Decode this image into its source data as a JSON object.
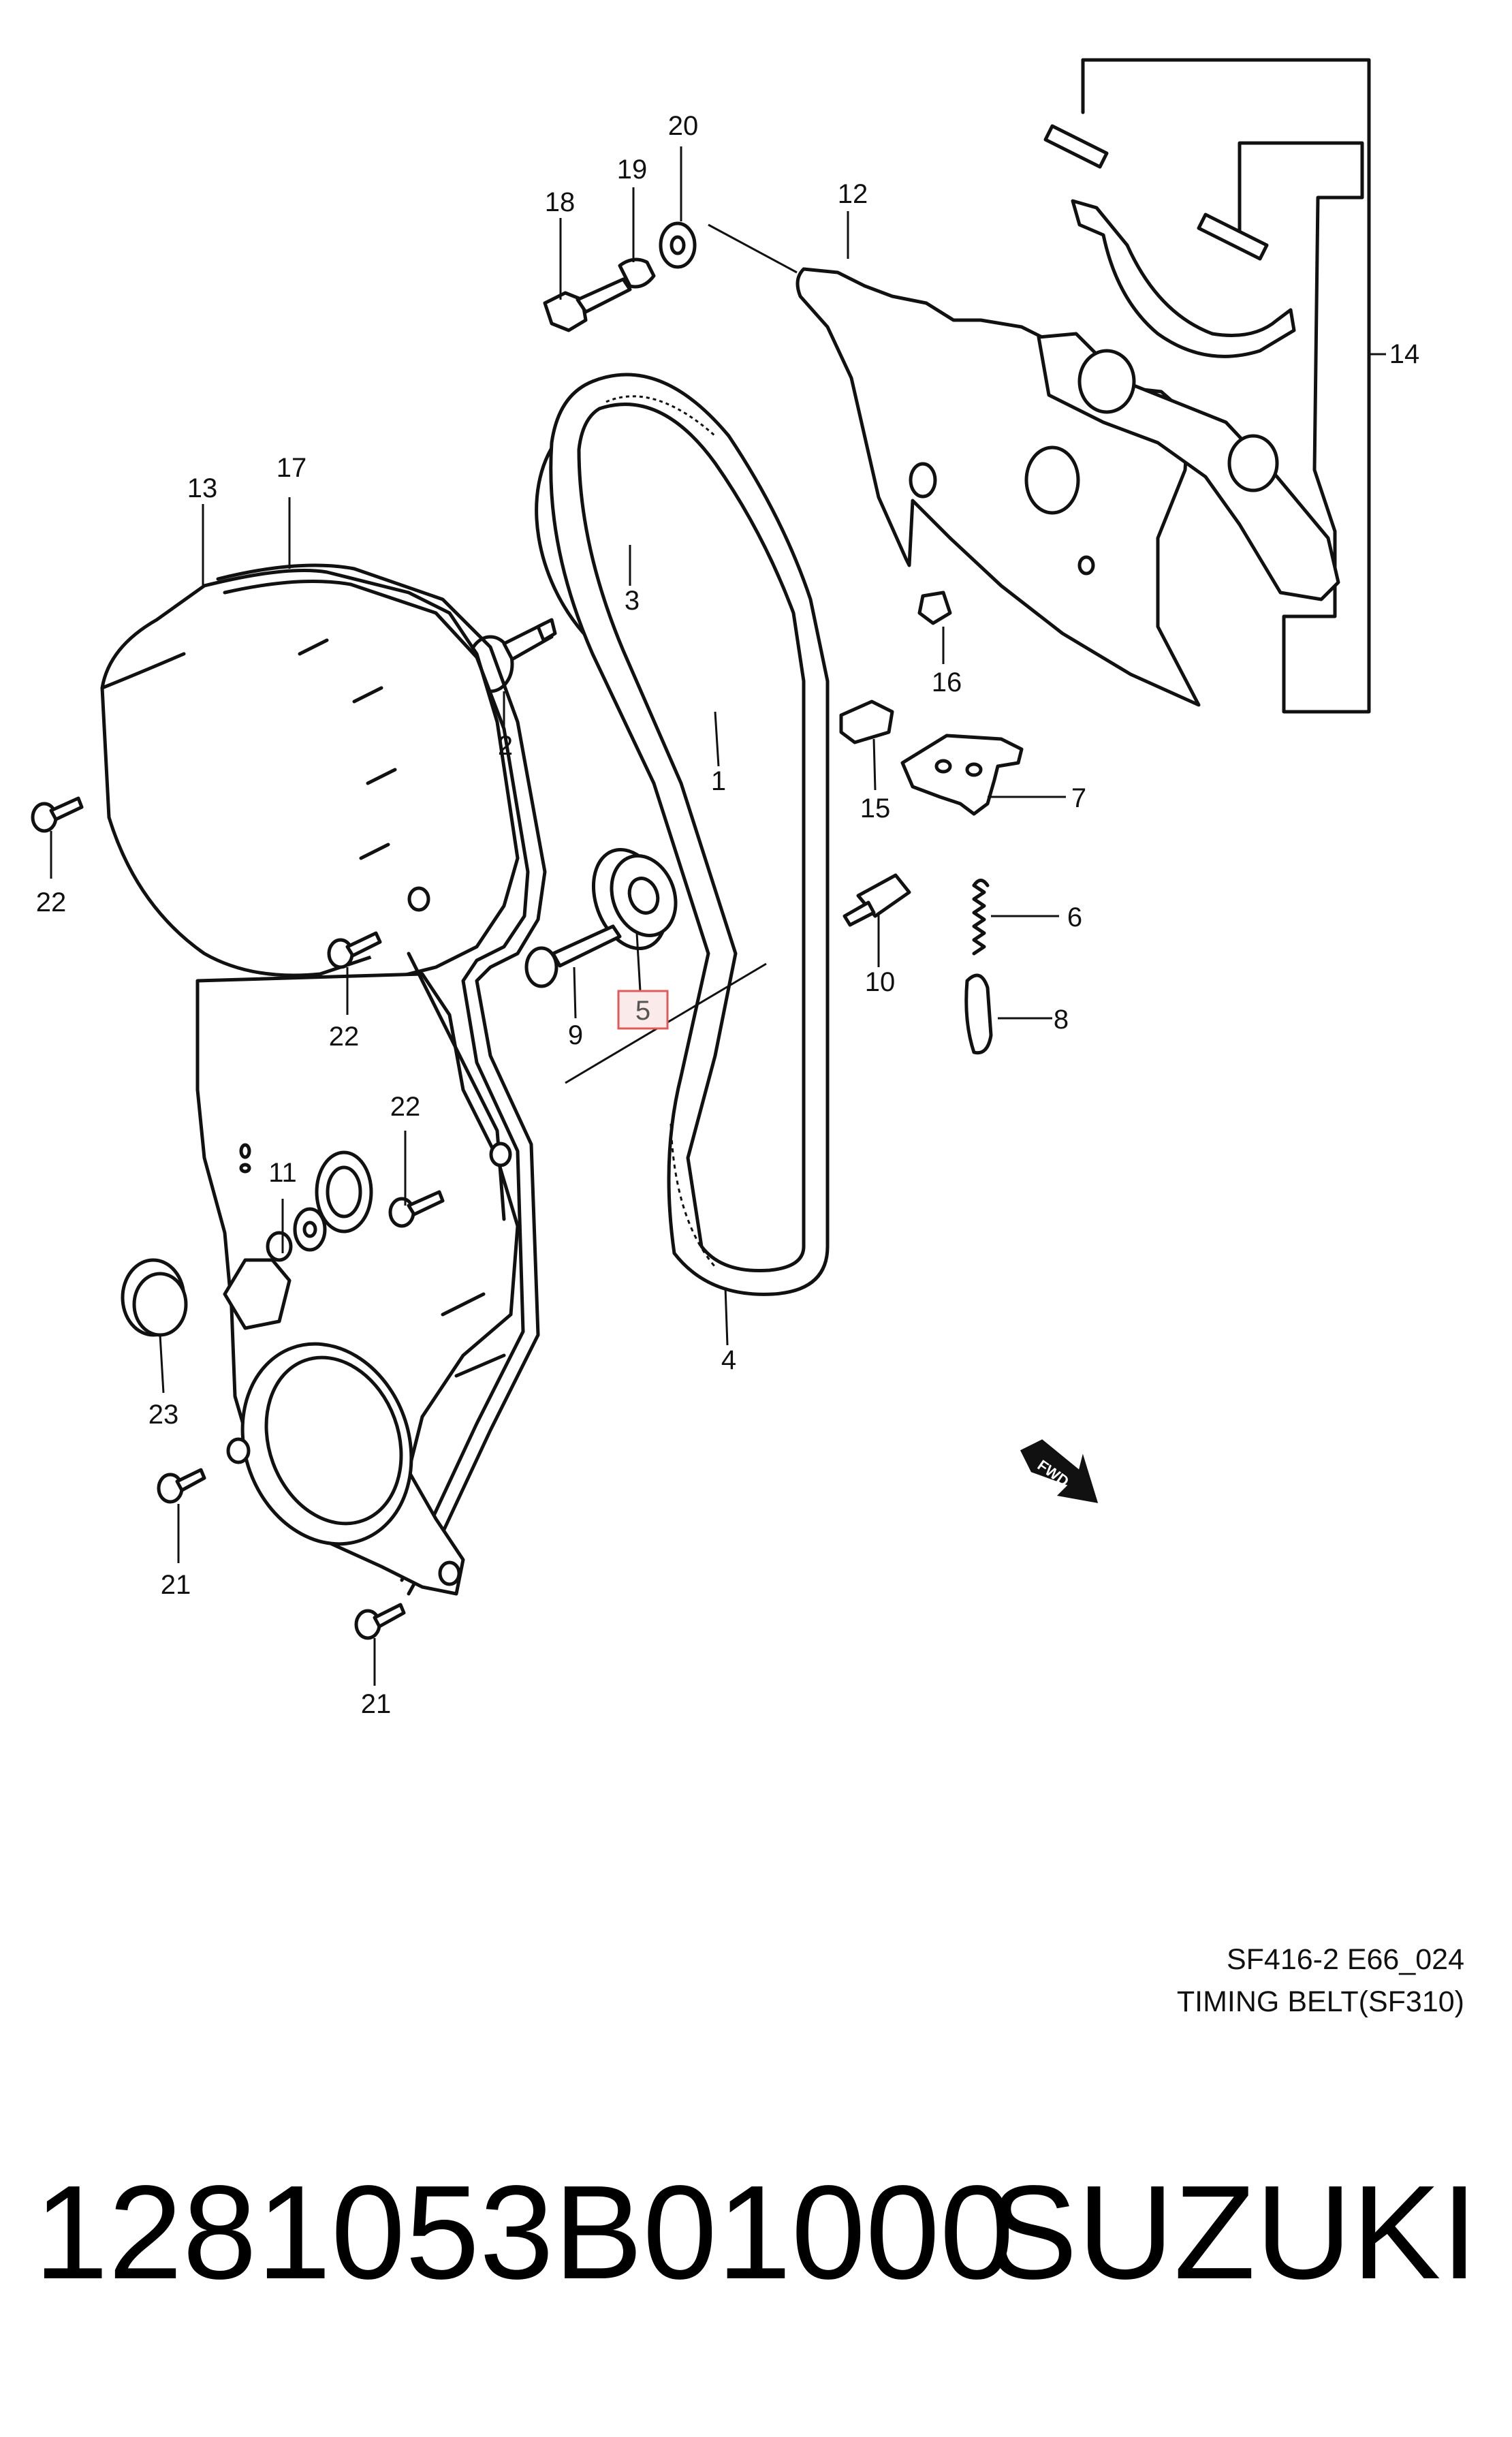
{
  "callouts": {
    "c1": "1",
    "c2": "2",
    "c3": "3",
    "c4": "4",
    "c5": "5",
    "c6": "6",
    "c7": "7",
    "c8": "8",
    "c9": "9",
    "c10": "10",
    "c11": "11",
    "c12": "12",
    "c13": "13",
    "c14": "14",
    "c15": "15",
    "c16": "16",
    "c17": "17",
    "c18": "18",
    "c19": "19",
    "c20": "20",
    "c21a": "21",
    "c21b": "21",
    "c22a": "22",
    "c22b": "22",
    "c22c": "22",
    "c23": "23"
  },
  "highlighted_callout": "5",
  "highlight_color": "#e05a5a",
  "fwd_label": "FWD",
  "caption": {
    "code": "SF416-2 E66_024",
    "title": "TIMING BELT(SF310)"
  },
  "footer": {
    "part_number": "1281053B01000",
    "brand": "SUZUKI"
  }
}
